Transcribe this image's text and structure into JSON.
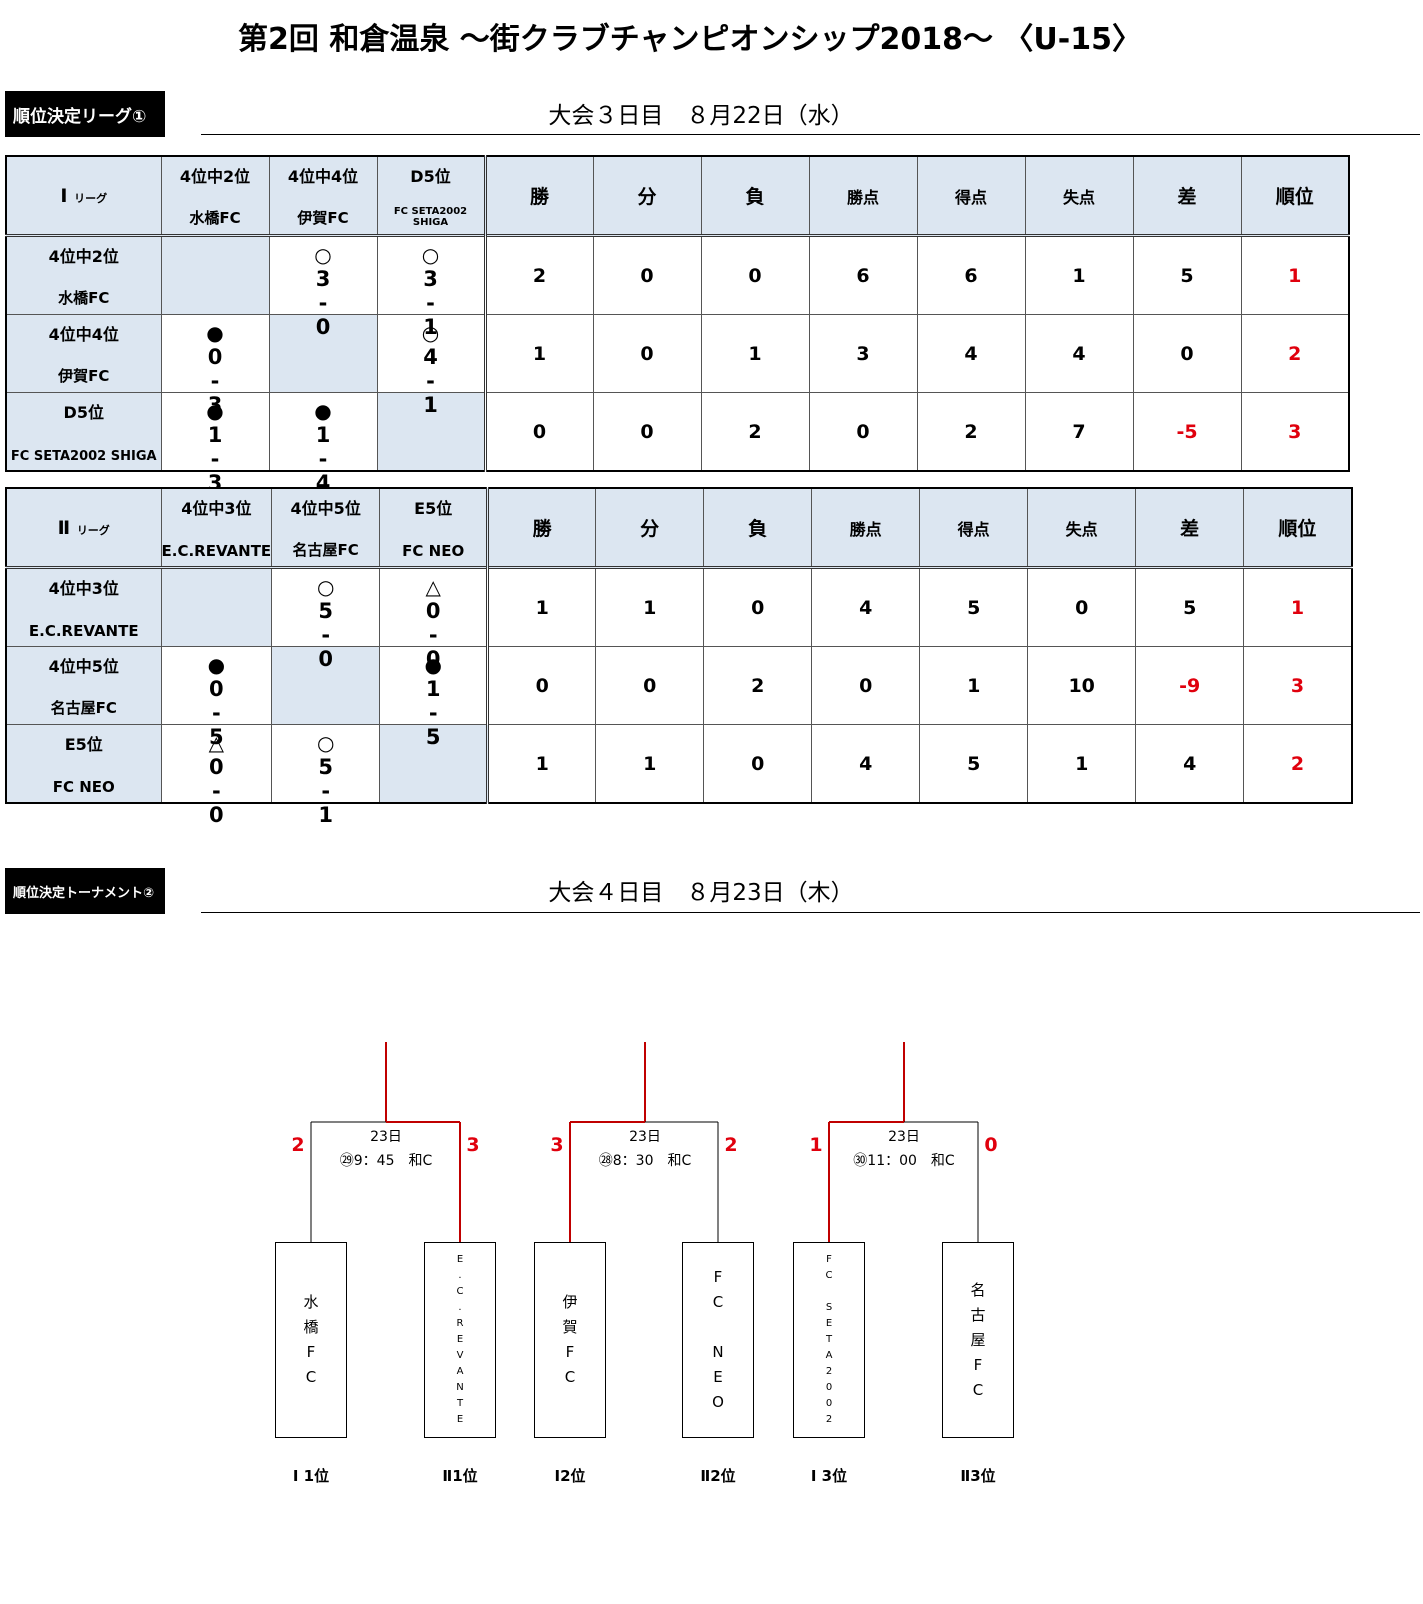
{
  "title": "第2回 和倉温泉 ～街クラブチャンピオンシップ2018～ 〈U-15〉",
  "section1": {
    "label": "順位決定リーグ①",
    "day": "大会３日目　８月22日（水）"
  },
  "section2": {
    "label": "順位決定トーナメント②",
    "day": "大会４日目　８月23日（木）"
  },
  "stat_headers": [
    "勝",
    "分",
    "負",
    "勝点",
    "得点",
    "失点",
    "差",
    "順位"
  ],
  "leagues": [
    {
      "name": "Ⅰ",
      "suffix": "リーグ",
      "teams": [
        {
          "pos": "4位中2位",
          "name": "水橋FC",
          "results": [
            null,
            {
              "mark": "○",
              "for": "3",
              "against": "0"
            },
            {
              "mark": "○",
              "for": "3",
              "against": "1"
            }
          ],
          "stats": [
            "2",
            "0",
            "0",
            "6",
            "6",
            "1",
            "5",
            "1"
          ]
        },
        {
          "pos": "4位中4位",
          "name": "伊賀FC",
          "results": [
            {
              "mark": "●",
              "for": "0",
              "against": "3"
            },
            null,
            {
              "mark": "○",
              "for": "4",
              "against": "1"
            }
          ],
          "stats": [
            "1",
            "0",
            "1",
            "3",
            "4",
            "4",
            "0",
            "2"
          ]
        },
        {
          "pos": "D5位",
          "name": "FC SETA2002 SHIGA",
          "results": [
            {
              "mark": "●",
              "for": "1",
              "against": "3"
            },
            {
              "mark": "●",
              "for": "1",
              "against": "4"
            },
            null
          ],
          "stats": [
            "0",
            "0",
            "2",
            "0",
            "2",
            "7",
            "-5",
            "3"
          ]
        }
      ]
    },
    {
      "name": "Ⅱ",
      "suffix": "リーグ",
      "teams": [
        {
          "pos": "4位中3位",
          "name": "E.C.REVANTE",
          "results": [
            null,
            {
              "mark": "○",
              "for": "5",
              "against": "0"
            },
            {
              "mark": "△",
              "for": "0",
              "against": "0"
            }
          ],
          "stats": [
            "1",
            "1",
            "0",
            "4",
            "5",
            "0",
            "5",
            "1"
          ]
        },
        {
          "pos": "4位中5位",
          "name": "名古屋FC",
          "results": [
            {
              "mark": "●",
              "for": "0",
              "against": "5"
            },
            null,
            {
              "mark": "●",
              "for": "1",
              "against": "5"
            }
          ],
          "stats": [
            "0",
            "0",
            "2",
            "0",
            "1",
            "10",
            "-9",
            "3"
          ]
        },
        {
          "pos": "E5位",
          "name": "FC NEO",
          "results": [
            {
              "mark": "△",
              "for": "0",
              "against": "0"
            },
            {
              "mark": "○",
              "for": "5",
              "against": "1"
            },
            null
          ],
          "stats": [
            "1",
            "1",
            "0",
            "4",
            "5",
            "1",
            "4",
            "2"
          ]
        }
      ]
    }
  ],
  "score_dash": "-",
  "tournament": {
    "matches": [
      {
        "date": "23日",
        "time": "㉙9：45　和C",
        "score_left": "2",
        "score_right": "3"
      },
      {
        "date": "23日",
        "time": "㉘8：30　和C",
        "score_left": "3",
        "score_right": "2"
      },
      {
        "date": "23日",
        "time": "㉚11：00　和C",
        "score_left": "1",
        "score_right": "0"
      }
    ],
    "teams": [
      {
        "chars": [
          "水",
          "橋",
          "F",
          "C"
        ],
        "seed": "Ⅰ 1位"
      },
      {
        "chars": [
          "E",
          ".",
          "C",
          ".",
          "R",
          "E",
          "V",
          "A",
          "N",
          "T",
          "E"
        ],
        "seed": "Ⅱ1位"
      },
      {
        "chars": [
          "伊",
          "賀",
          "F",
          "C"
        ],
        "seed": "Ⅰ2位"
      },
      {
        "chars": [
          "F",
          "C",
          "",
          "N",
          "E",
          "O"
        ],
        "seed": "Ⅱ2位"
      },
      {
        "chars": [
          "F",
          "C",
          "",
          "S",
          "E",
          "T",
          "A",
          "2",
          "0",
          "0",
          "2"
        ],
        "seed": "Ⅰ 3位"
      },
      {
        "chars": [
          "名",
          "古",
          "屋",
          "F",
          "C"
        ],
        "seed": "Ⅱ3位"
      }
    ]
  },
  "colors": {
    "header_bg": "#dce6f1",
    "accent_red": "#e0000d",
    "winner_line": "#c00000"
  }
}
